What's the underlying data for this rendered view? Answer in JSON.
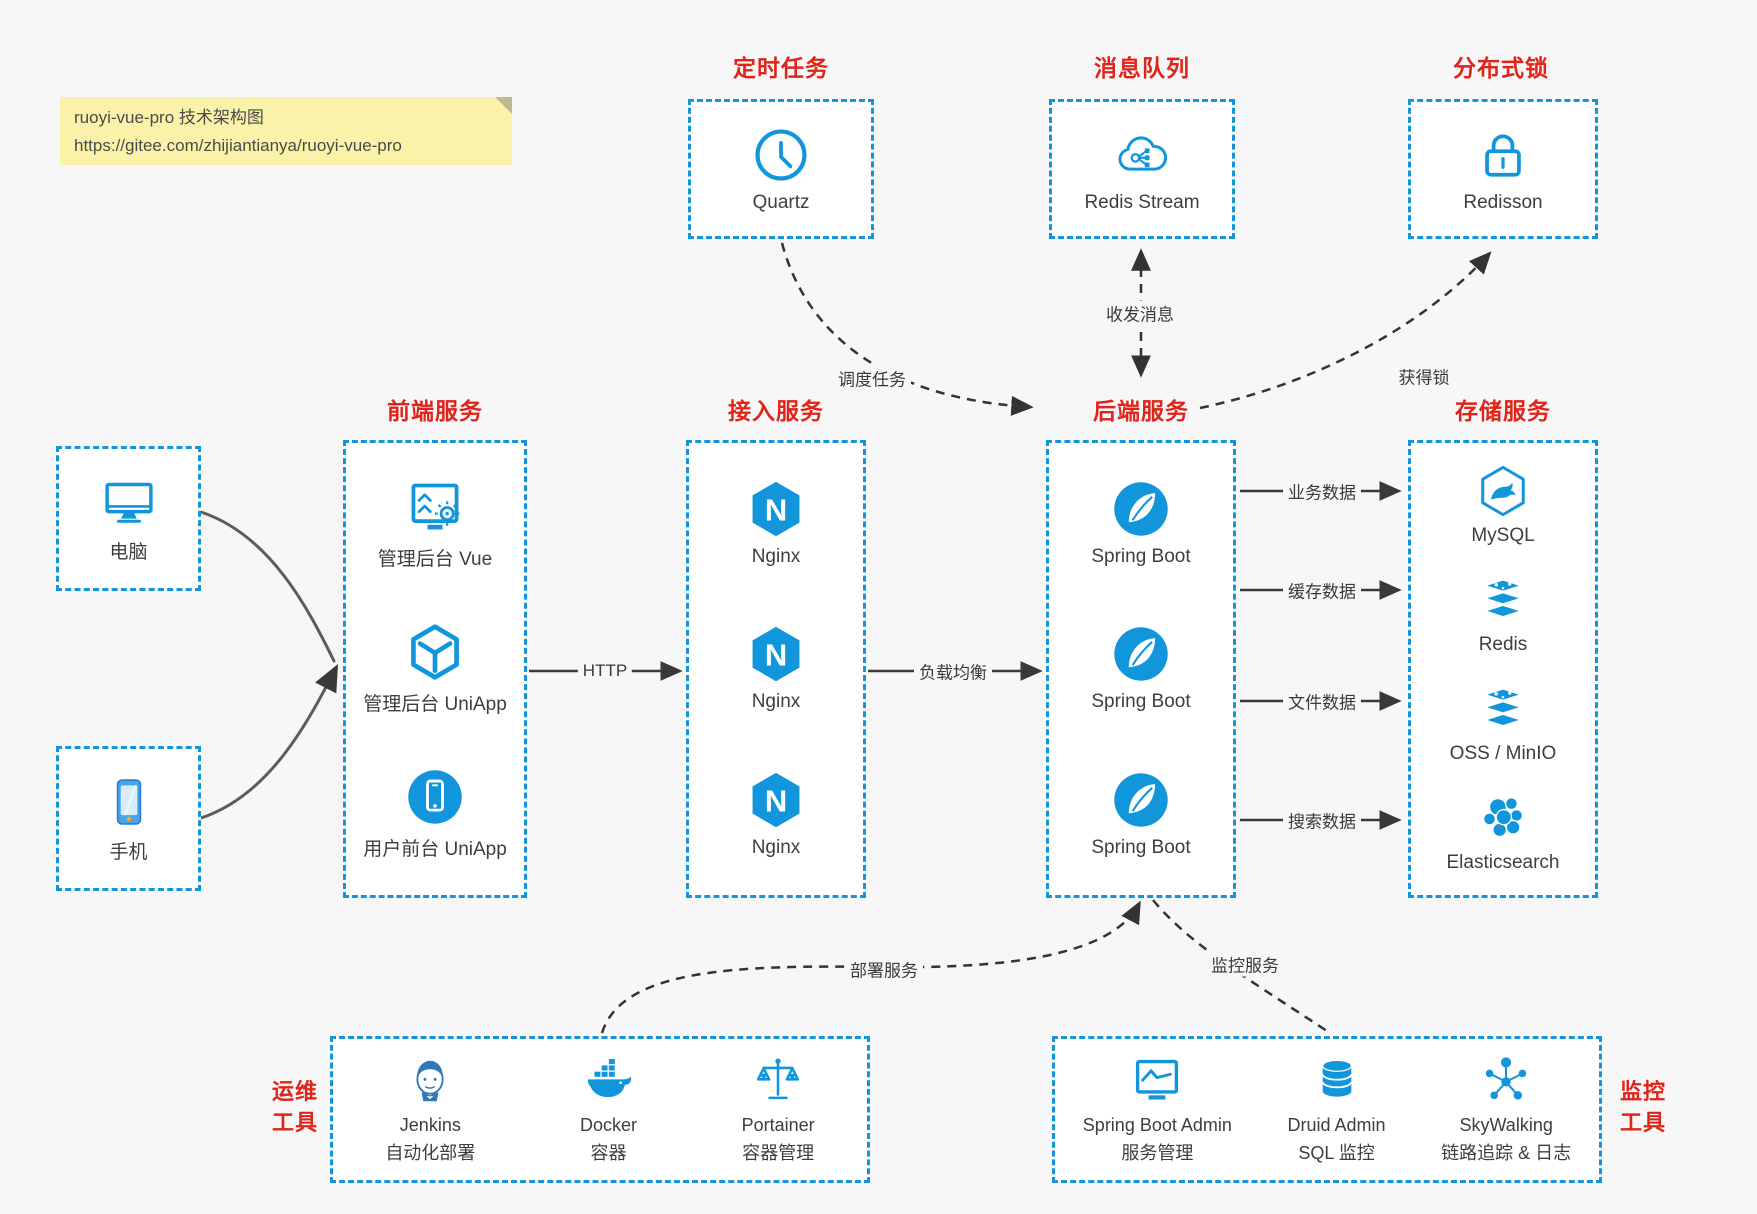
{
  "note": {
    "line1": "ruoyi-vue-pro 技术架构图",
    "line2": "https://gitee.com/zhijiantianya/ruoyi-vue-pro"
  },
  "colors": {
    "accent_blue": "#1296db",
    "title_red": "#e2231a",
    "arrow_dark": "#3a3a3a",
    "note_bg": "#fbf2a9",
    "page_bg": "#f7f7f7"
  },
  "top_groups": [
    {
      "title": "定时任务",
      "items": [
        {
          "icon": "clock-icon",
          "label": "Quartz"
        }
      ]
    },
    {
      "title": "消息队列",
      "items": [
        {
          "icon": "cloud-network-icon",
          "label": "Redis Stream"
        }
      ]
    },
    {
      "title": "分布式锁",
      "items": [
        {
          "icon": "lock-icon",
          "label": "Redisson"
        }
      ]
    }
  ],
  "devices": [
    {
      "icon": "desktop-icon",
      "label": "电脑"
    },
    {
      "icon": "phone-icon",
      "label": "手机"
    }
  ],
  "columns": [
    {
      "title": "前端服务",
      "items": [
        {
          "icon": "admin-vue-icon",
          "label": "管理后台 Vue"
        },
        {
          "icon": "cube-icon",
          "label": "管理后台 UniApp"
        },
        {
          "icon": "mobile-app-icon",
          "label": "用户前台 UniApp"
        }
      ]
    },
    {
      "title": "接入服务",
      "items": [
        {
          "icon": "nginx-icon",
          "label": "Nginx"
        },
        {
          "icon": "nginx-icon",
          "label": "Nginx"
        },
        {
          "icon": "nginx-icon",
          "label": "Nginx"
        }
      ]
    },
    {
      "title": "后端服务",
      "items": [
        {
          "icon": "spring-boot-icon",
          "label": "Spring Boot"
        },
        {
          "icon": "spring-boot-icon",
          "label": "Spring Boot"
        },
        {
          "icon": "spring-boot-icon",
          "label": "Spring Boot"
        }
      ]
    },
    {
      "title": "存储服务",
      "items": [
        {
          "icon": "mysql-icon",
          "label": "MySQL"
        },
        {
          "icon": "redis-stack-icon",
          "label": "Redis"
        },
        {
          "icon": "redis-stack-icon",
          "label": "OSS / MinIO"
        },
        {
          "icon": "elasticsearch-icon",
          "label": "Elasticsearch"
        }
      ]
    }
  ],
  "edges": {
    "http": "HTTP",
    "load_balance": "负载均衡",
    "business_data": "业务数据",
    "cache_data": "缓存数据",
    "file_data": "文件数据",
    "search_data": "搜索数据",
    "schedule": "调度任务",
    "message": "收发消息",
    "lock": "获得锁",
    "deploy": "部署服务",
    "monitor": "监控服务"
  },
  "bottom_groups": [
    {
      "title": "运维工具",
      "items": [
        {
          "icon": "jenkins-icon",
          "name": "Jenkins",
          "desc": "自动化部署"
        },
        {
          "icon": "docker-icon",
          "name": "Docker",
          "desc": "容器"
        },
        {
          "icon": "portainer-icon",
          "name": "Portainer",
          "desc": "容器管理"
        }
      ]
    },
    {
      "title": "监控工具",
      "items": [
        {
          "icon": "spring-boot-admin-icon",
          "name": "Spring Boot Admin",
          "desc": "服务管理"
        },
        {
          "icon": "druid-icon",
          "name": "Druid Admin",
          "desc": "SQL 监控"
        },
        {
          "icon": "skywalking-icon",
          "name": "SkyWalking",
          "desc": "链路追踪 & 日志"
        }
      ]
    }
  ]
}
